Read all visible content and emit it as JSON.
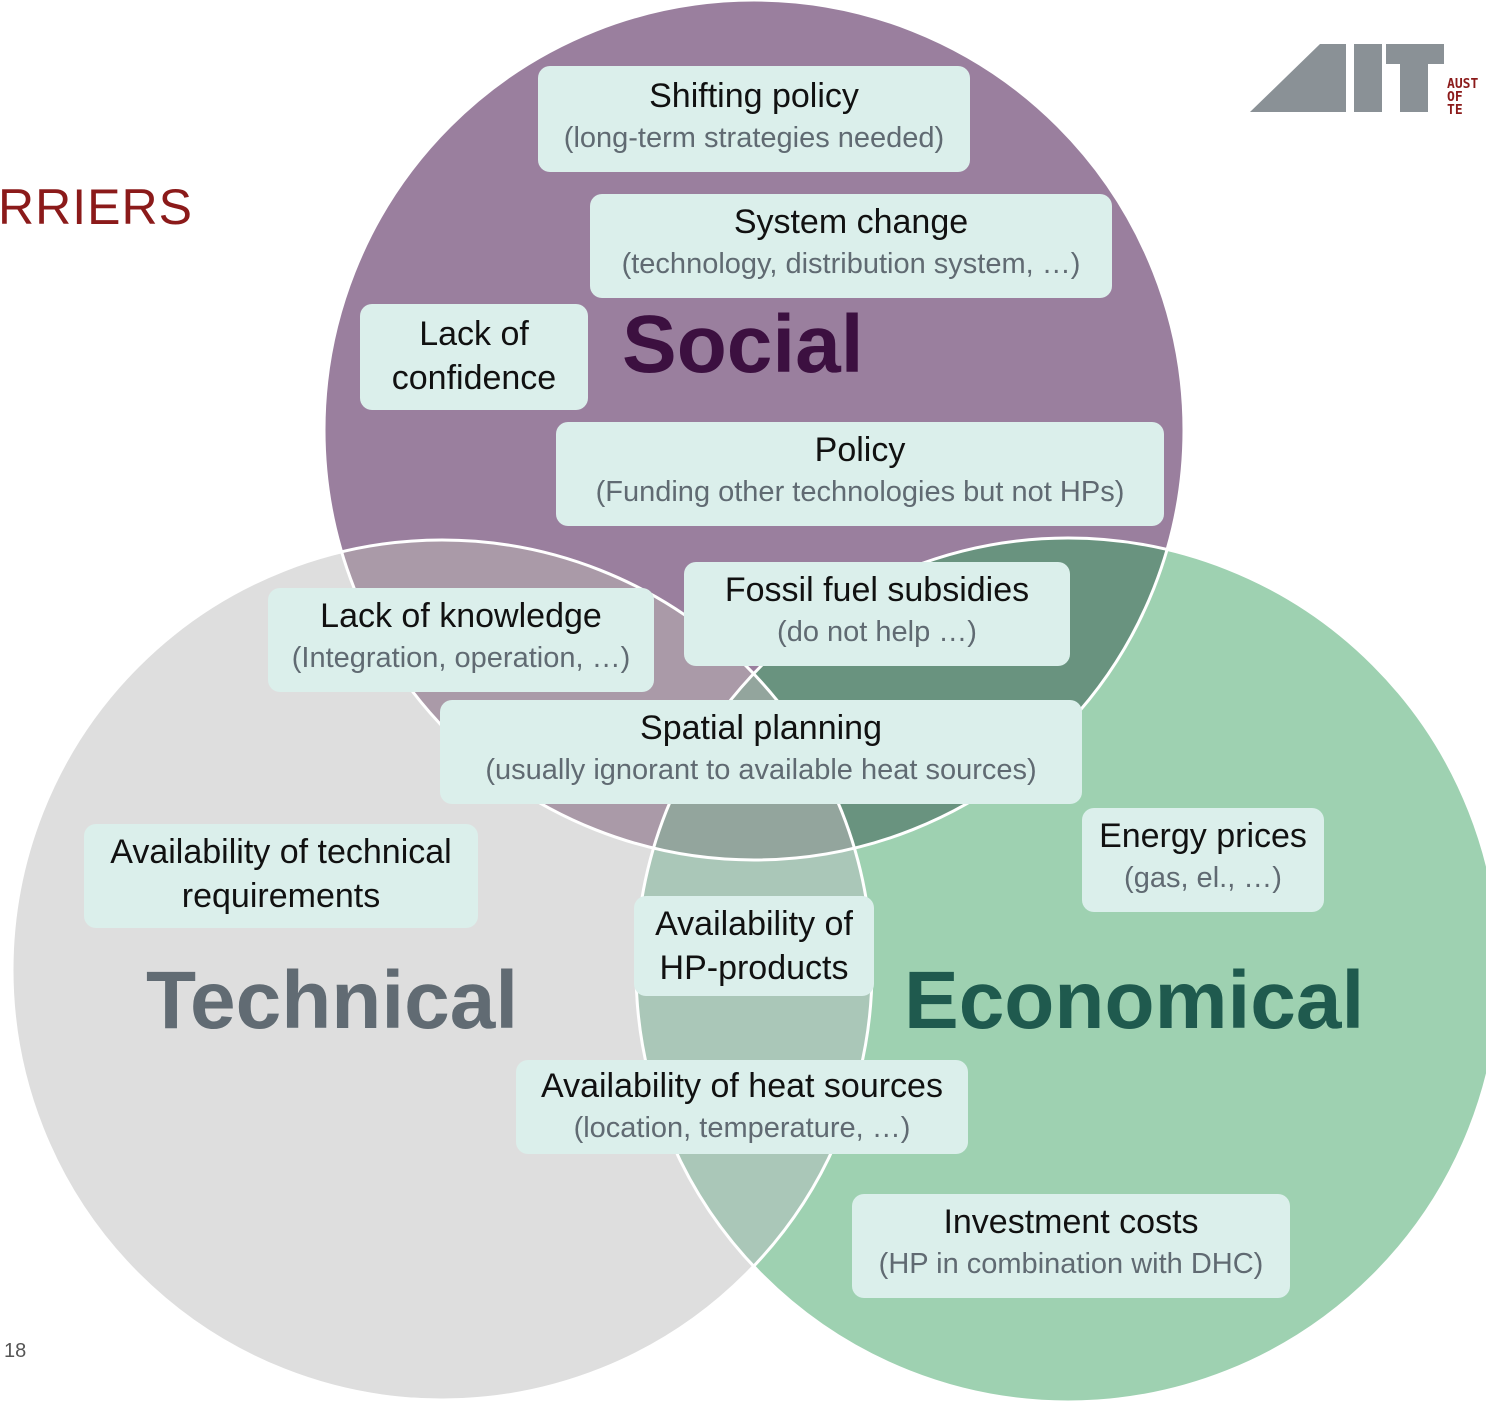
{
  "header": {
    "title": "RRIERS",
    "page_number": "18"
  },
  "logo": {
    "letters": "AIT",
    "text": "AUST\nOF TE"
  },
  "circles": {
    "social": {
      "label": "Social",
      "color": "#9a7f9e"
    },
    "technical": {
      "label": "Technical",
      "color": "#dedede"
    },
    "economical": {
      "label": "Economical",
      "color": "#9ed1b1"
    }
  },
  "barriers": {
    "shifting_policy": {
      "title": "Shifting policy",
      "sub": "(long-term strategies needed)"
    },
    "system_change": {
      "title": "System change",
      "sub": "(technology, distribution system, …)"
    },
    "lack_of_confidence": {
      "line1": "Lack of",
      "line2": "confidence"
    },
    "policy": {
      "title": "Policy",
      "sub": "(Funding other technologies but not HPs)"
    },
    "fossil_fuel_subsidies": {
      "title": "Fossil fuel subsidies",
      "sub": "(do not help …)"
    },
    "lack_of_knowledge": {
      "title": "Lack of knowledge",
      "sub": "(Integration, operation, …)"
    },
    "spatial_planning": {
      "title": "Spatial planning",
      "sub": "(usually ignorant to available heat sources)"
    },
    "availability_technical": {
      "line1": "Availability of technical",
      "line2": "requirements"
    },
    "energy_prices": {
      "title": "Energy prices",
      "sub": "(gas, el., …)"
    },
    "availability_hp_products": {
      "line1": "Availability of",
      "line2": "HP-products"
    },
    "availability_heat_sources": {
      "title": "Availability of heat sources",
      "sub": "(location, temperature, …)"
    },
    "investment_costs": {
      "title": "Investment costs",
      "sub": "(HP in combination with DHC)"
    }
  }
}
